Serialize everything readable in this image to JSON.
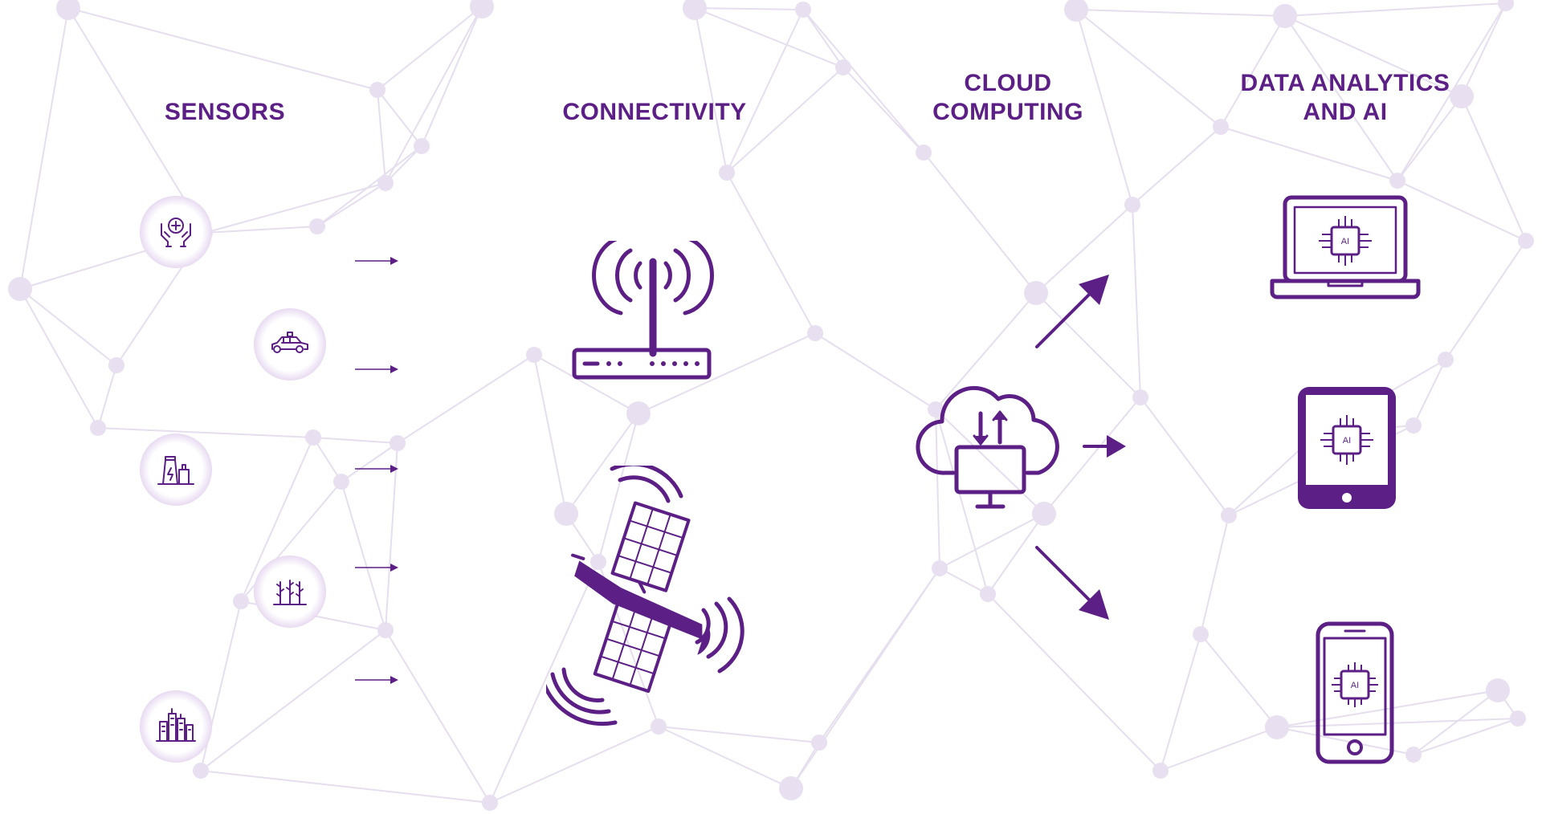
{
  "colors": {
    "accent": "#5b1f86",
    "network": "#dcd2e6"
  },
  "columns": {
    "sensors": {
      "title_lines": [
        "SENSORS"
      ]
    },
    "connectivity": {
      "title_lines": [
        "CONNECTIVITY"
      ]
    },
    "cloud": {
      "title_lines": [
        "CLOUD",
        "COMPUTING"
      ]
    },
    "analytics": {
      "title_lines": [
        "DATA ANALYTICS",
        "AND AI"
      ]
    }
  },
  "sensors": [
    {
      "icon": "healthcare-hands-icon"
    },
    {
      "icon": "car-icon"
    },
    {
      "icon": "energy-plant-icon"
    },
    {
      "icon": "agriculture-icon"
    },
    {
      "icon": "smart-city-icon"
    }
  ],
  "connectivity": [
    {
      "icon": "wifi-router-icon"
    },
    {
      "icon": "satellite-icon"
    }
  ],
  "cloud": {
    "icon": "cloud-computer-icon"
  },
  "devices": [
    {
      "icon": "laptop-ai-icon",
      "chip_label": "AI"
    },
    {
      "icon": "tablet-ai-icon",
      "chip_label": "AI"
    },
    {
      "icon": "smartphone-ai-icon",
      "chip_label": "AI"
    }
  ]
}
